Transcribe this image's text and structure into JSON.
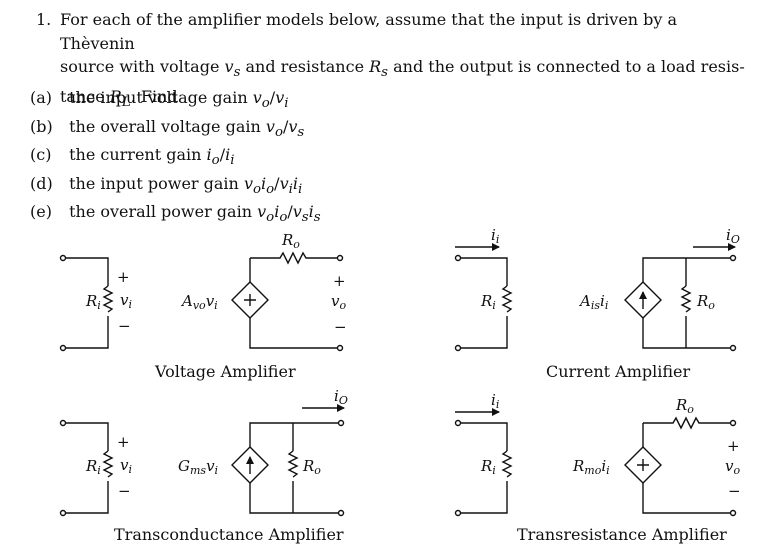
{
  "problem": {
    "number": "1.",
    "line1": "For each of the amplifier models below, assume that the input is driven by a Thèvenin",
    "line2_a": "source with voltage",
    "line2_vs": "v",
    "line2_vs_sub": "s",
    "line2_b": "and resistance",
    "line2_Rs": "R",
    "line2_Rs_sub": "s",
    "line2_c": "and the output is connected to a load resis-",
    "line3_a": "tance",
    "line3_RL": "R",
    "line3_RL_sub": "L",
    "line3_b": ". Find"
  },
  "parts": [
    {
      "label": "(a)",
      "text": "the input voltage gain",
      "expr": "v_o/v_i"
    },
    {
      "label": "(b)",
      "text": "the overall voltage gain",
      "expr": "v_o/v_s"
    },
    {
      "label": "(c)",
      "text": "the current gain",
      "expr": "i_o/i_i"
    },
    {
      "label": "(d)",
      "text": "the input power gain",
      "expr": "v_oi_o/v_ii_i"
    },
    {
      "label": "(e)",
      "text": "the overall power gain",
      "expr": "v_oi_o/v_si_s"
    }
  ],
  "diagrams": {
    "voltage": {
      "caption": "Voltage Amplifier",
      "Ri": "R",
      "Ri_sub": "i",
      "vi": "v",
      "vi_sub": "i",
      "source": "A",
      "source_sub": "vo",
      "source_var": "v",
      "source_var_sub": "i",
      "Ro": "R",
      "Ro_sub": "o",
      "vo": "v",
      "vo_sub": "o",
      "plus": "+",
      "minus": "−"
    },
    "current": {
      "caption": "Current Amplifier",
      "ii": "i",
      "ii_sub": "i",
      "Ri": "R",
      "Ri_sub": "i",
      "source": "A",
      "source_sub": "is",
      "source_var": "i",
      "source_var_sub": "i",
      "Ro": "R",
      "Ro_sub": "o",
      "io": "i",
      "io_sub": "O"
    },
    "transconductance": {
      "caption": "Transconductance Amplifier",
      "Ri": "R",
      "Ri_sub": "i",
      "vi": "v",
      "vi_sub": "i",
      "source": "G",
      "source_sub": "ms",
      "source_var": "v",
      "source_var_sub": "i",
      "Ro": "R",
      "Ro_sub": "o",
      "io": "i",
      "io_sub": "O",
      "plus": "+",
      "minus": "−"
    },
    "transresistance": {
      "caption": "Transresistance Amplifier",
      "ii": "i",
      "ii_sub": "i",
      "Ri": "R",
      "Ri_sub": "i",
      "source": "R",
      "source_sub": "mo",
      "source_var": "i",
      "source_var_sub": "i",
      "Ro": "R",
      "Ro_sub": "o",
      "vo": "v",
      "vo_sub": "o",
      "plus": "+",
      "minus": "−"
    }
  }
}
